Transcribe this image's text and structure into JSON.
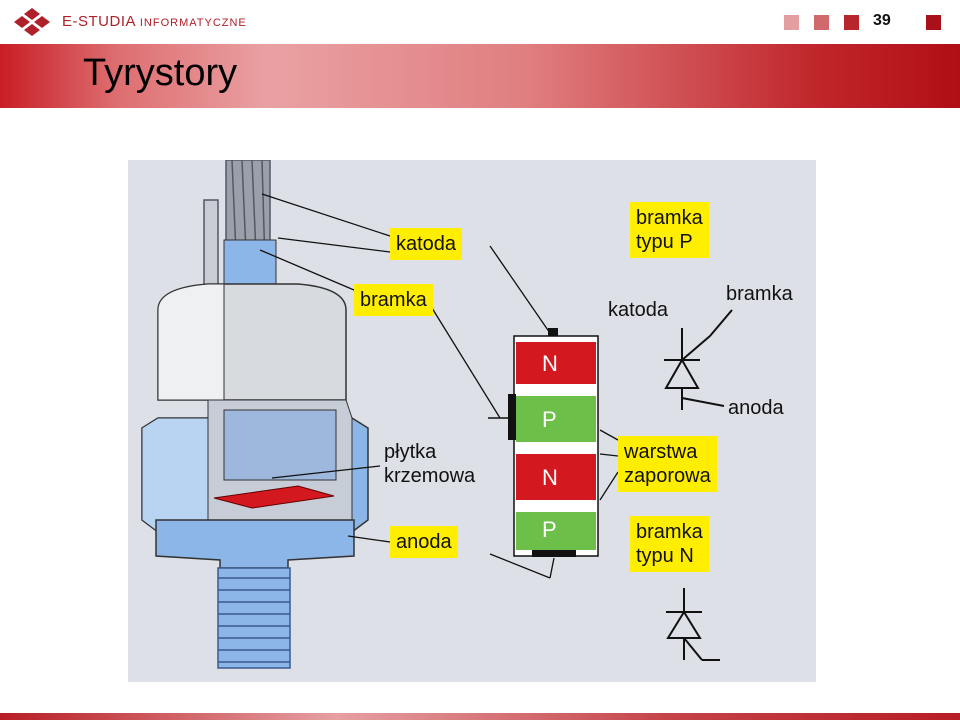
{
  "header": {
    "brand_main": "E-STUDIA",
    "brand_sub": "INFORMATYCZNE",
    "page_number": "39",
    "square_colors": [
      "#e29ea0",
      "#d0686c",
      "#b8262d",
      "#a8101a"
    ]
  },
  "slide": {
    "title": "Tyrystory"
  },
  "diagram": {
    "labels": {
      "katoda": "katoda",
      "bramka": "bramka",
      "plytka_line1": "płytka",
      "plytka_line2": "krzemowa",
      "anoda": "anoda",
      "warstwa_line1": "warstwa",
      "warstwa_line2": "zaporowa",
      "bramka_p_line1": "bramka",
      "bramka_p_line2": "typu P",
      "bramka_n_line1": "bramka",
      "bramka_n_line2": "typu N",
      "sym_katoda": "katoda",
      "sym_bramka": "bramka",
      "sym_anoda": "anoda"
    },
    "layers": [
      "N",
      "P",
      "N",
      "P"
    ],
    "colors": {
      "n_layer": "#d41820",
      "p_layer": "#6cc04a",
      "label_bg": "#ffee00",
      "background": "#dde0e6"
    }
  }
}
